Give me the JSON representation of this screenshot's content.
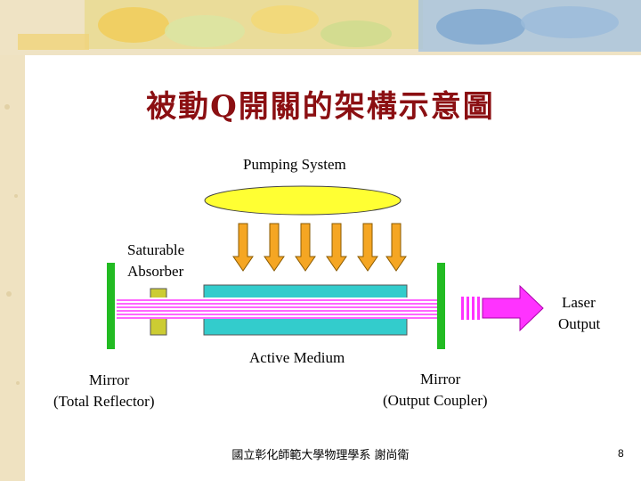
{
  "title": "被動Q開關的架構示意圖",
  "labels": {
    "pumping_system": "Pumping System",
    "saturable_absorber_line1": "Saturable",
    "saturable_absorber_line2": "Absorber",
    "laser_output_line1": "Laser",
    "laser_output_line2": "Output",
    "active_medium": "Active Medium",
    "mirror_left_line1": "Mirror",
    "mirror_left_line2": "(Total Reflector)",
    "mirror_right_line1": "Mirror",
    "mirror_right_line2": "(Output Coupler)"
  },
  "footer": "國立彰化師範大學物理學系 謝尚衛",
  "page_number": "8",
  "colors": {
    "title": "#8b0f12",
    "pump_lamp": "#ffff33",
    "pump_arrow": "#f5a623",
    "mirror": "#22bb22",
    "active_medium": "#33cccc",
    "absorber": "#cccc33",
    "beam": "#ff66ff",
    "output_arrow": "#ff33ff"
  }
}
